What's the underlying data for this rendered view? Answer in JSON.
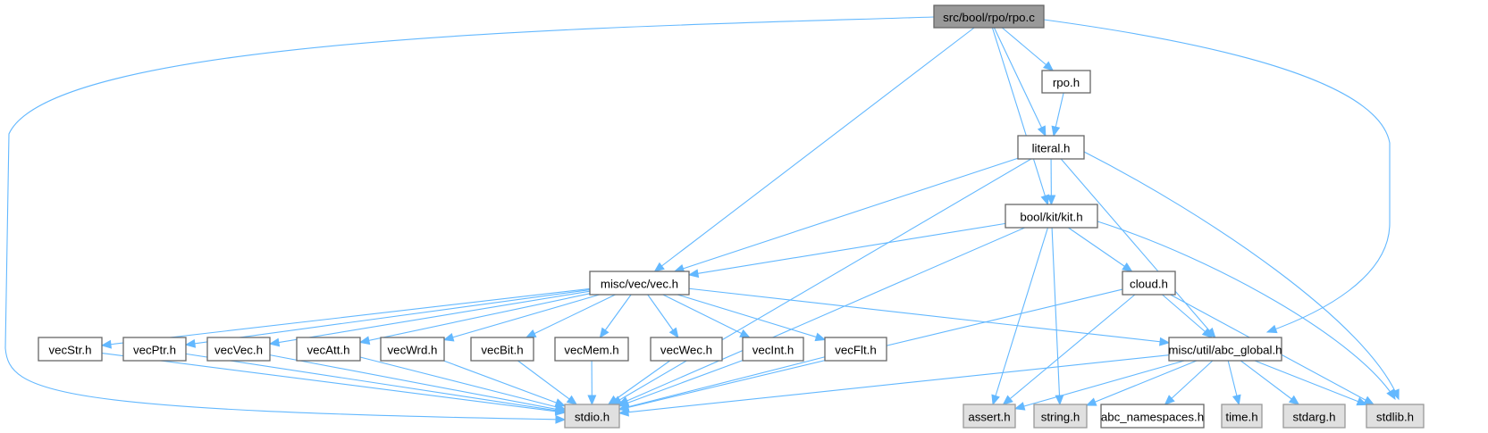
{
  "diagram": {
    "type": "include-dependency-graph",
    "root": "src/bool/rpo/rpo.c",
    "colors": {
      "edge": "#63b8ff",
      "root_fill": "#999999",
      "system_fill": "#e0e0e0",
      "plain_fill": "#ffffff",
      "border": "#666666"
    },
    "nodes": [
      {
        "id": "rpo_c",
        "label": "src/bool/rpo/rpo.c",
        "kind": "root"
      },
      {
        "id": "rpo_h",
        "label": "rpo.h",
        "kind": "plain"
      },
      {
        "id": "literal_h",
        "label": "literal.h",
        "kind": "plain"
      },
      {
        "id": "kit_h",
        "label": "bool/kit/kit.h",
        "kind": "plain"
      },
      {
        "id": "vec_h",
        "label": "misc/vec/vec.h",
        "kind": "plain"
      },
      {
        "id": "cloud_h",
        "label": "cloud.h",
        "kind": "plain"
      },
      {
        "id": "vecStr_h",
        "label": "vecStr.h",
        "kind": "plain"
      },
      {
        "id": "vecPtr_h",
        "label": "vecPtr.h",
        "kind": "plain"
      },
      {
        "id": "vecVec_h",
        "label": "vecVec.h",
        "kind": "plain"
      },
      {
        "id": "vecAtt_h",
        "label": "vecAtt.h",
        "kind": "plain"
      },
      {
        "id": "vecWrd_h",
        "label": "vecWrd.h",
        "kind": "plain"
      },
      {
        "id": "vecBit_h",
        "label": "vecBit.h",
        "kind": "plain"
      },
      {
        "id": "vecMem_h",
        "label": "vecMem.h",
        "kind": "plain"
      },
      {
        "id": "vecWec_h",
        "label": "vecWec.h",
        "kind": "plain"
      },
      {
        "id": "vecInt_h",
        "label": "vecInt.h",
        "kind": "plain"
      },
      {
        "id": "vecFlt_h",
        "label": "vecFlt.h",
        "kind": "plain"
      },
      {
        "id": "abc_global_h",
        "label": "misc/util/abc_global.h",
        "kind": "plain"
      },
      {
        "id": "stdio_h",
        "label": "stdio.h",
        "kind": "system"
      },
      {
        "id": "assert_h",
        "label": "assert.h",
        "kind": "system"
      },
      {
        "id": "string_h",
        "label": "string.h",
        "kind": "system"
      },
      {
        "id": "abc_namespaces_h",
        "label": "abc_namespaces.h",
        "kind": "plain"
      },
      {
        "id": "time_h",
        "label": "time.h",
        "kind": "system"
      },
      {
        "id": "stdarg_h",
        "label": "stdarg.h",
        "kind": "system"
      },
      {
        "id": "stdlib_h",
        "label": "stdlib.h",
        "kind": "system"
      }
    ],
    "edges": [
      [
        "rpo_c",
        "stdio_h"
      ],
      [
        "rpo_c",
        "vec_h"
      ],
      [
        "rpo_c",
        "kit_h"
      ],
      [
        "rpo_c",
        "literal_h"
      ],
      [
        "rpo_c",
        "rpo_h"
      ],
      [
        "rpo_c",
        "abc_global_h"
      ],
      [
        "rpo_h",
        "literal_h"
      ],
      [
        "literal_h",
        "vec_h"
      ],
      [
        "literal_h",
        "stdio_h"
      ],
      [
        "literal_h",
        "kit_h"
      ],
      [
        "literal_h",
        "abc_global_h"
      ],
      [
        "literal_h",
        "stdlib_h"
      ],
      [
        "kit_h",
        "vec_h"
      ],
      [
        "kit_h",
        "stdio_h"
      ],
      [
        "kit_h",
        "assert_h"
      ],
      [
        "kit_h",
        "string_h"
      ],
      [
        "kit_h",
        "cloud_h"
      ],
      [
        "kit_h",
        "stdlib_h"
      ],
      [
        "cloud_h",
        "stdio_h"
      ],
      [
        "cloud_h",
        "assert_h"
      ],
      [
        "cloud_h",
        "abc_global_h"
      ],
      [
        "cloud_h",
        "stdlib_h"
      ],
      [
        "vec_h",
        "vecStr_h"
      ],
      [
        "vec_h",
        "vecPtr_h"
      ],
      [
        "vec_h",
        "vecVec_h"
      ],
      [
        "vec_h",
        "vecAtt_h"
      ],
      [
        "vec_h",
        "vecWrd_h"
      ],
      [
        "vec_h",
        "vecBit_h"
      ],
      [
        "vec_h",
        "vecMem_h"
      ],
      [
        "vec_h",
        "vecWec_h"
      ],
      [
        "vec_h",
        "vecInt_h"
      ],
      [
        "vec_h",
        "vecFlt_h"
      ],
      [
        "vec_h",
        "abc_global_h"
      ],
      [
        "vecStr_h",
        "stdio_h"
      ],
      [
        "vecPtr_h",
        "stdio_h"
      ],
      [
        "vecVec_h",
        "stdio_h"
      ],
      [
        "vecAtt_h",
        "stdio_h"
      ],
      [
        "vecWrd_h",
        "stdio_h"
      ],
      [
        "vecBit_h",
        "stdio_h"
      ],
      [
        "vecMem_h",
        "stdio_h"
      ],
      [
        "vecWec_h",
        "stdio_h"
      ],
      [
        "vecInt_h",
        "stdio_h"
      ],
      [
        "vecFlt_h",
        "stdio_h"
      ],
      [
        "abc_global_h",
        "stdio_h"
      ],
      [
        "abc_global_h",
        "assert_h"
      ],
      [
        "abc_global_h",
        "string_h"
      ],
      [
        "abc_global_h",
        "abc_namespaces_h"
      ],
      [
        "abc_global_h",
        "time_h"
      ],
      [
        "abc_global_h",
        "stdarg_h"
      ],
      [
        "abc_global_h",
        "stdlib_h"
      ]
    ]
  }
}
